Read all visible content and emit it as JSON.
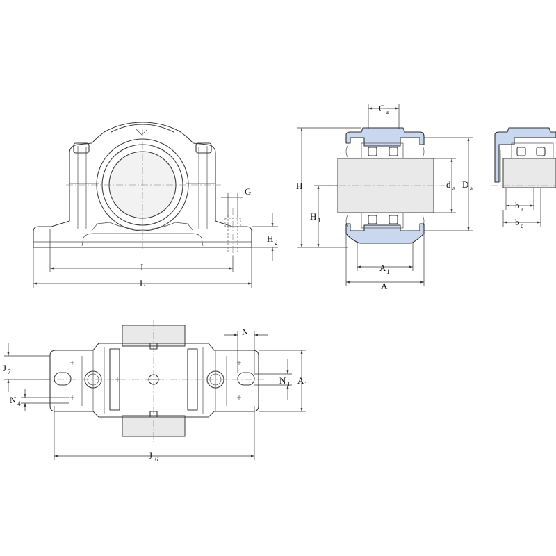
{
  "labels": {
    "G": "G",
    "H2": "H",
    "H2_sub": "2",
    "J": "J",
    "L": "L",
    "Ca": "C",
    "Ca_sub": "a",
    "H": "H",
    "H1": "H",
    "H1_sub": "1",
    "da": "d",
    "da_sub": "a",
    "Da": "D",
    "Da_sub": "a",
    "A1_side": "A",
    "A1_side_sub": "1",
    "A_side": "A",
    "ba": "b",
    "ba_sub": "a",
    "bc": "b",
    "bc_sub": "c",
    "N": "N",
    "J7": "J",
    "J7_sub": "7",
    "N1": "N",
    "N1_sub": "1",
    "A1_top": "A",
    "A1_top_sub": "1",
    "N4": "N",
    "N4_sub": "4",
    "J6": "J",
    "J6_sub": "6"
  },
  "colors": {
    "housing_fill": "#c9d8ef",
    "line": "#3a3a3a",
    "shaft": "#e9e9e9"
  }
}
